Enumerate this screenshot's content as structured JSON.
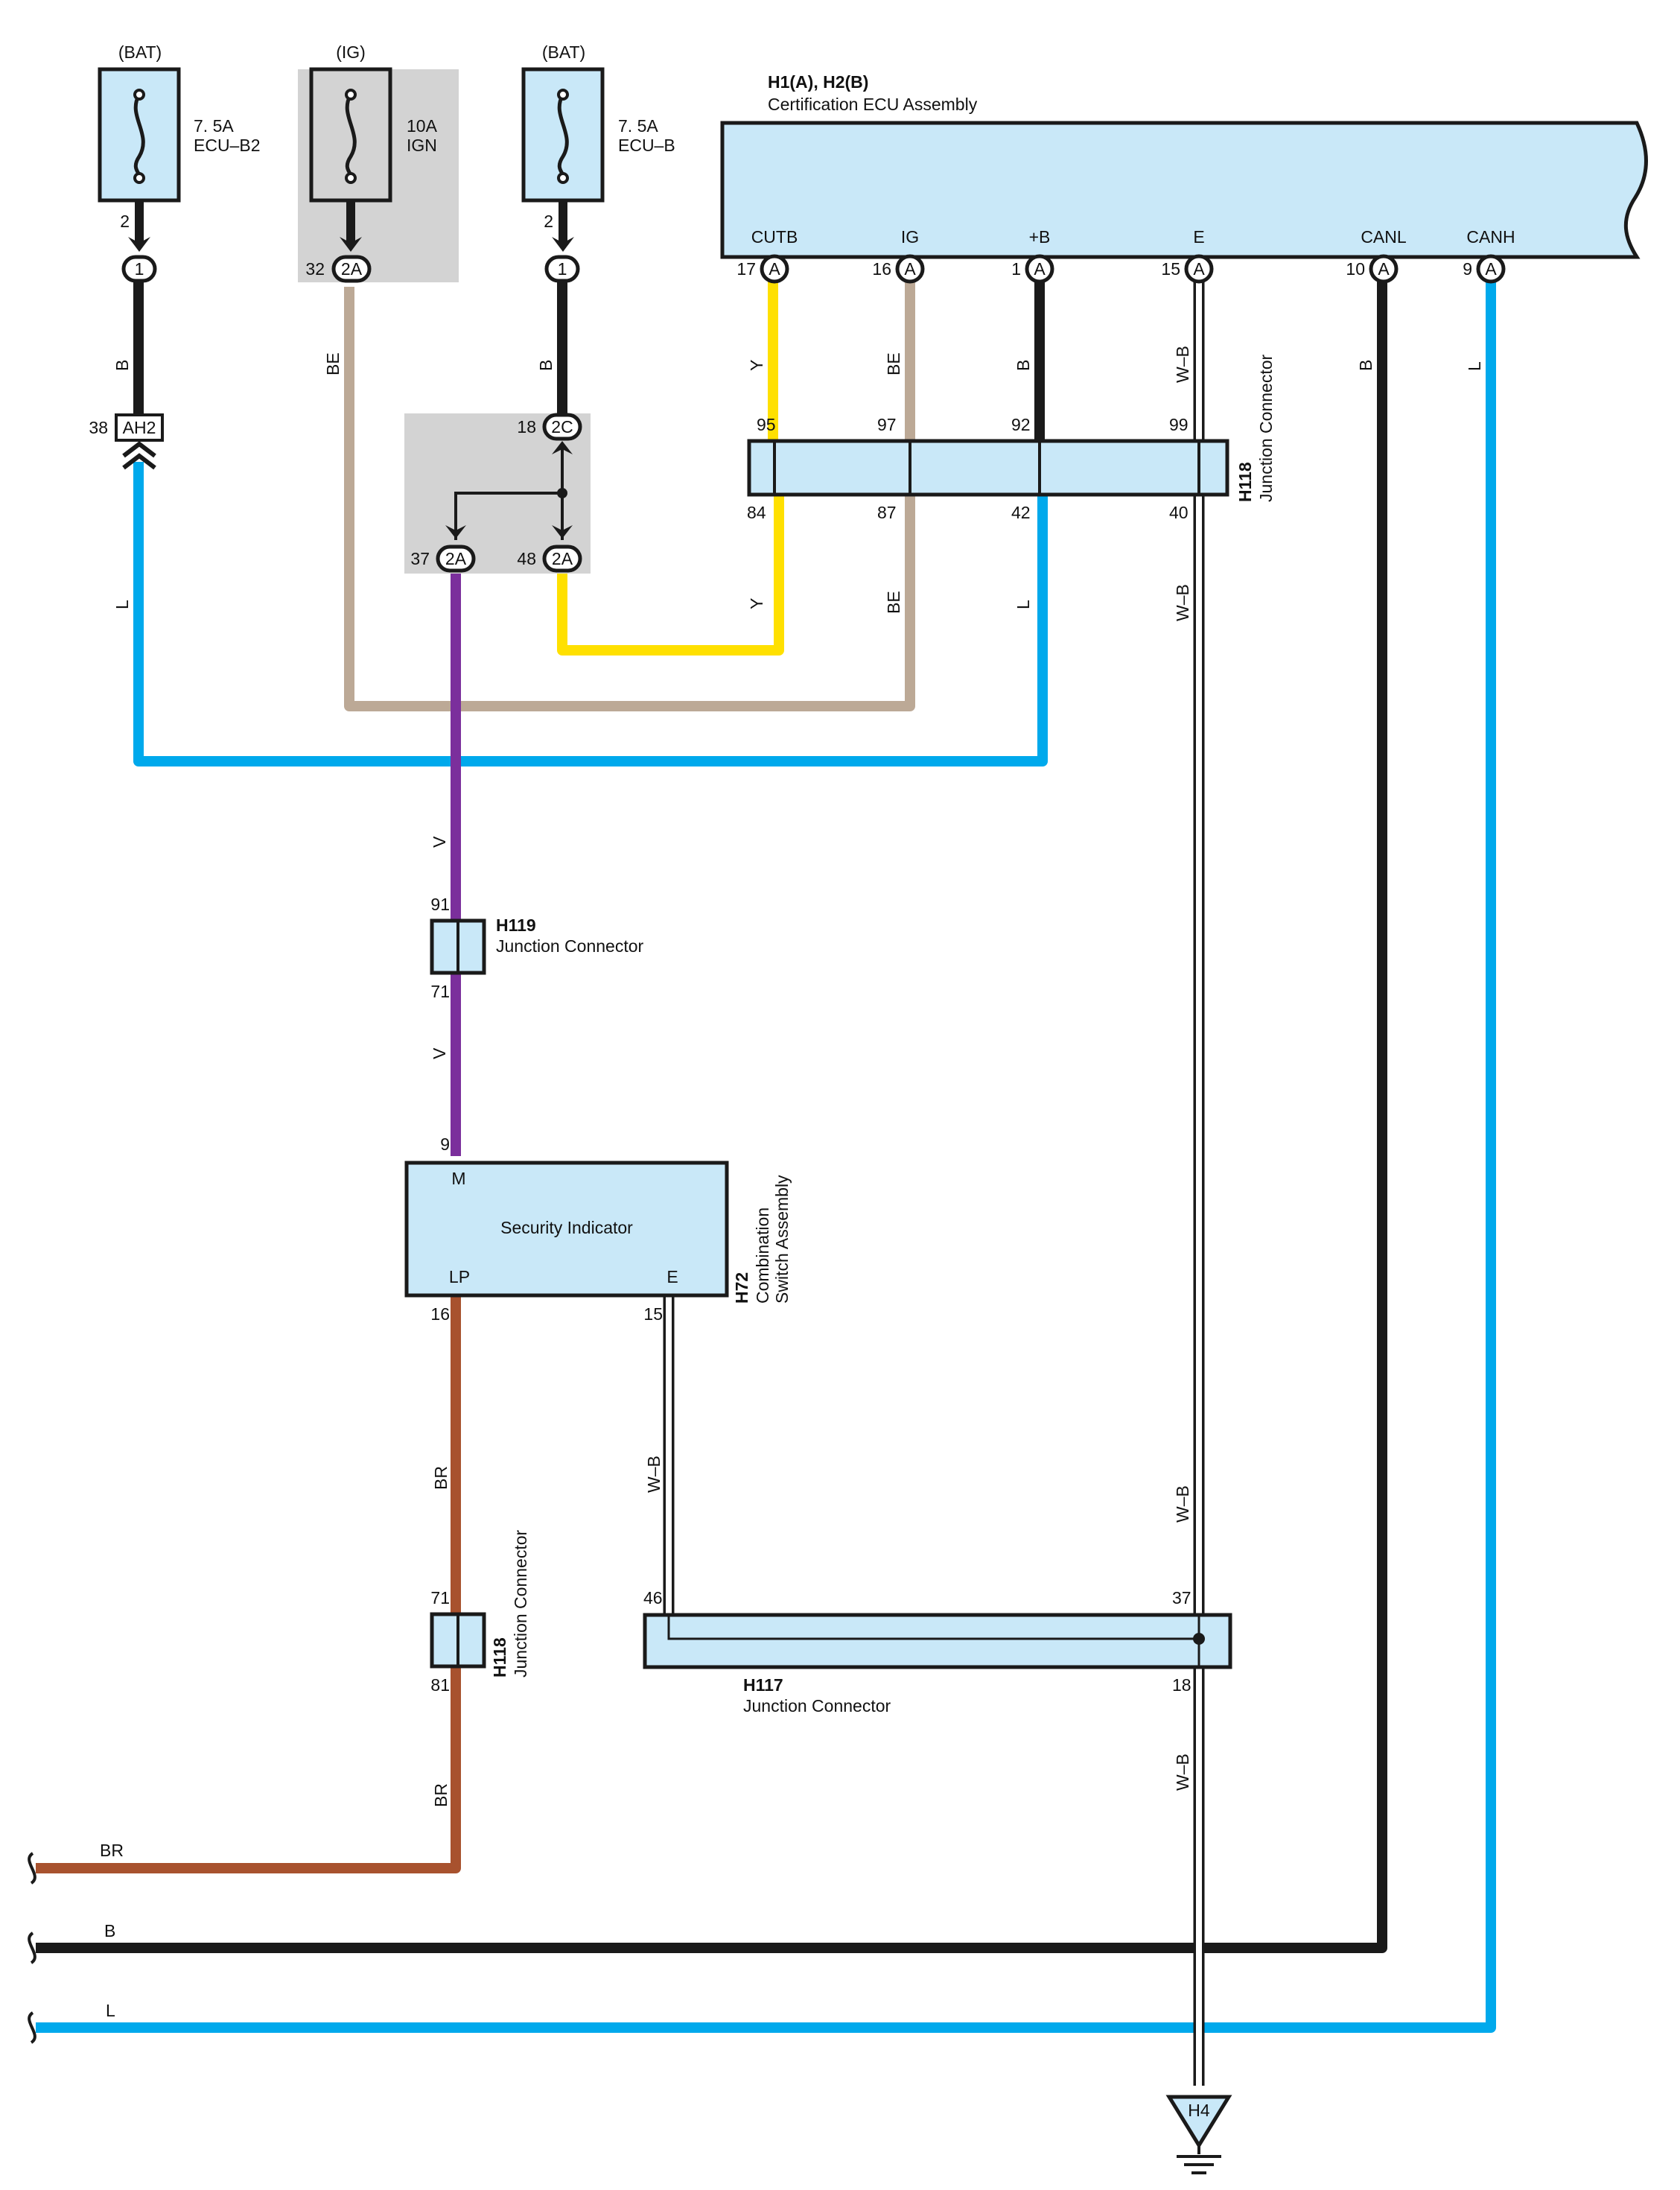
{
  "fuses": [
    {
      "supply": "(BAT)",
      "rating": "7. 5A",
      "name": "ECU–B2",
      "pin": "2",
      "conn": "1",
      "conn_pin": ""
    },
    {
      "supply": "(IG)",
      "rating": "10A",
      "name": "IGN",
      "pin": "",
      "conn": "2A",
      "conn_pin": "32"
    },
    {
      "supply": "(BAT)",
      "rating": "7. 5A",
      "name": "ECU–B",
      "pin": "2",
      "conn": "1",
      "conn_pin": ""
    }
  ],
  "ecu": {
    "title": "H1(A), H2(B)",
    "subtitle": "Certification ECU Assembly",
    "terminals": [
      {
        "name": "CUTB",
        "pin": "17",
        "conn": "A",
        "wire": "Y"
      },
      {
        "name": "IG",
        "pin": "16",
        "conn": "A",
        "wire": "BE"
      },
      {
        "name": "+B",
        "pin": "1",
        "conn": "A",
        "wire": "B"
      },
      {
        "name": "E",
        "pin": "15",
        "conn": "A",
        "wire": "W–B"
      },
      {
        "name": "CANL",
        "pin": "10",
        "conn": "A",
        "wire": "B"
      },
      {
        "name": "CANH",
        "pin": "9",
        "conn": "A",
        "wire": "L"
      }
    ]
  },
  "connectors": {
    "ah2": {
      "label": "AH2",
      "pin": "38"
    },
    "c2c": {
      "label": "2C",
      "pin": "18"
    },
    "c2a_left": {
      "label": "2A",
      "pin": "37"
    },
    "c2a_right": {
      "label": "2A",
      "pin": "48"
    }
  },
  "h118_top": {
    "code": "H118",
    "name": "Junction Connector",
    "pins_top": [
      "95",
      "97",
      "92",
      "99"
    ],
    "pins_bottom": [
      "84",
      "87",
      "42",
      "40"
    ]
  },
  "h119": {
    "code": "H119",
    "name": "Junction Connector",
    "pin_top": "91",
    "pin_bottom": "71"
  },
  "h72": {
    "code": "H72",
    "name_line1": "Combination",
    "name_line2": "Switch Assembly",
    "label": "Security Indicator",
    "term_m": "M",
    "term_lp": "LP",
    "term_e": "E",
    "pin_m": "9",
    "pin_lp": "16",
    "pin_e": "15"
  },
  "h118_bottom": {
    "code": "H118",
    "name": "Junction Connector",
    "pin_top": "71",
    "pin_bottom": "81"
  },
  "h117": {
    "code": "H117",
    "name": "Junction Connector",
    "pin_left": "46",
    "pin_right": "37",
    "pin_bottom": "18"
  },
  "ground": {
    "label": "H4"
  },
  "wire_codes": {
    "b": "B",
    "be": "BE",
    "y": "Y",
    "l": "L",
    "v": "V",
    "br": "BR",
    "wb": "W–B"
  },
  "colors": {
    "B": "#1a1a1a",
    "BE": "#bca996",
    "Y": "#ffe000",
    "L": "#00a9ec",
    "V": "#7b2f9c",
    "BR": "#a8522e",
    "W-B": "#ffffff",
    "box": "#c9e8f8",
    "shade": "#d3d3d3"
  }
}
